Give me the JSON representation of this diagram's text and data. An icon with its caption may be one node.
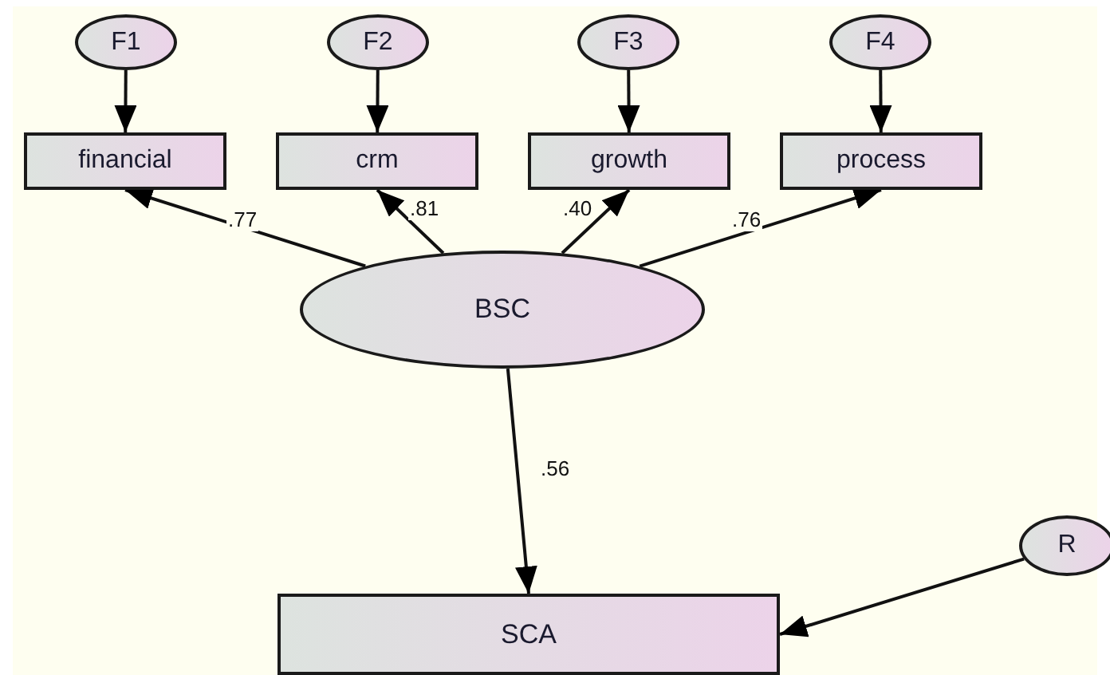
{
  "diagram": {
    "nodes": [
      {
        "text": [
          "F1"
        ]
      },
      {
        "text": [
          "F2"
        ]
      },
      {
        "text": [
          "F3"
        ]
      },
      {
        "text": [
          "F4"
        ]
      },
      {
        "text": [
          "financial"
        ]
      },
      {
        "text": [
          "crm"
        ]
      },
      {
        "text": [
          "growth"
        ]
      },
      {
        "text": [
          "process"
        ]
      },
      {
        "text": [
          "BSC"
        ]
      },
      {
        "text": [
          "R"
        ]
      },
      {
        "text": [
          "SCA"
        ]
      }
    ],
    "edges": [
      {
        "from": 0,
        "to": 4,
        "arrow": "to"
      },
      {
        "from": 1,
        "to": 5,
        "arrow": "to"
      },
      {
        "from": 2,
        "to": 6,
        "arrow": "to"
      },
      {
        "from": 3,
        "to": 7,
        "arrow": "to"
      },
      {
        "from": 8,
        "to": 4,
        "arrow": "to",
        "label": ".77"
      },
      {
        "from": 8,
        "to": 5,
        "arrow": "to",
        "label": ".81"
      },
      {
        "from": 8,
        "to": 6,
        "arrow": "to",
        "label": ".40"
      },
      {
        "from": 8,
        "to": 7,
        "arrow": "to",
        "label": ".76"
      },
      {
        "from": 8,
        "to": 10,
        "arrow": "to",
        "label": ".56"
      },
      {
        "from": 9,
        "to": 10,
        "arrow": "to"
      }
    ]
  }
}
